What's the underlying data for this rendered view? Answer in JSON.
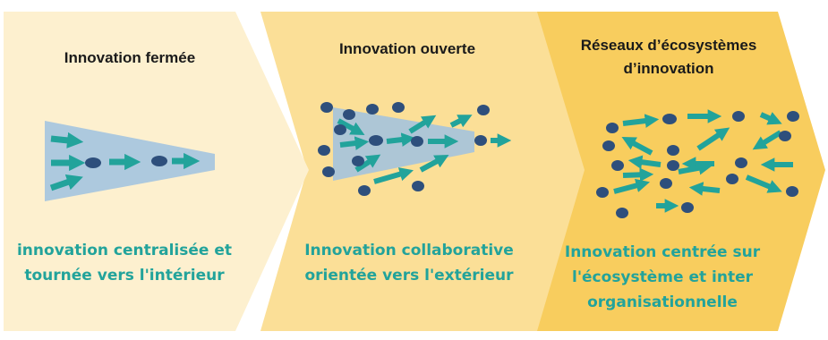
{
  "colors": {
    "panel_1": "#fdf0cf",
    "panel_2": "#fbdf97",
    "panel_3": "#f8cd5e",
    "accent_teal": "#22a39b",
    "dot": "#2e4f7c",
    "funnel": "#9fc2e0",
    "title_text": "#1a1a1a"
  },
  "panels": [
    {
      "title_lines": [
        "Innovation fermée"
      ],
      "caption_lines": [
        "innovation centralisée et",
        "tournée vers l'intérieur"
      ],
      "icon": "closed-funnel-icon"
    },
    {
      "title_lines": [
        "Innovation ouverte"
      ],
      "caption_lines": [
        "Innovation collaborative",
        "orientée vers l'extérieur"
      ],
      "icon": "open-funnel-icon"
    },
    {
      "title_lines": [
        "Réseaux d’écosystèmes",
        "d’innovation"
      ],
      "caption_lines": [
        "Innovation centrée sur",
        "l'écosystème et inter",
        "organisationnelle"
      ],
      "icon": "ecosystem-network-icon"
    }
  ]
}
